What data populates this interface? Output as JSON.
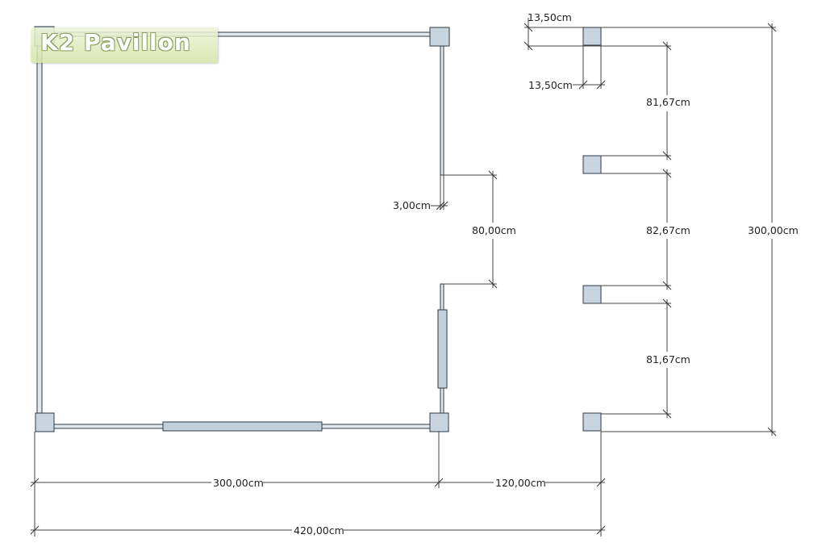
{
  "logo": {
    "text": "K2 Pavillon"
  },
  "dimensions": {
    "post_width": "13,50cm",
    "post_depth": "13,50cm",
    "wall_thickness": "3,00cm",
    "door_opening": "80,00cm",
    "post_spacing_top": "81,67cm",
    "post_spacing_middle": "82,67cm",
    "post_spacing_bottom": "81,67cm",
    "total_depth": "300,00cm",
    "pavilion_width": "300,00cm",
    "extension_width": "120,00cm",
    "total_width": "420,00cm"
  }
}
